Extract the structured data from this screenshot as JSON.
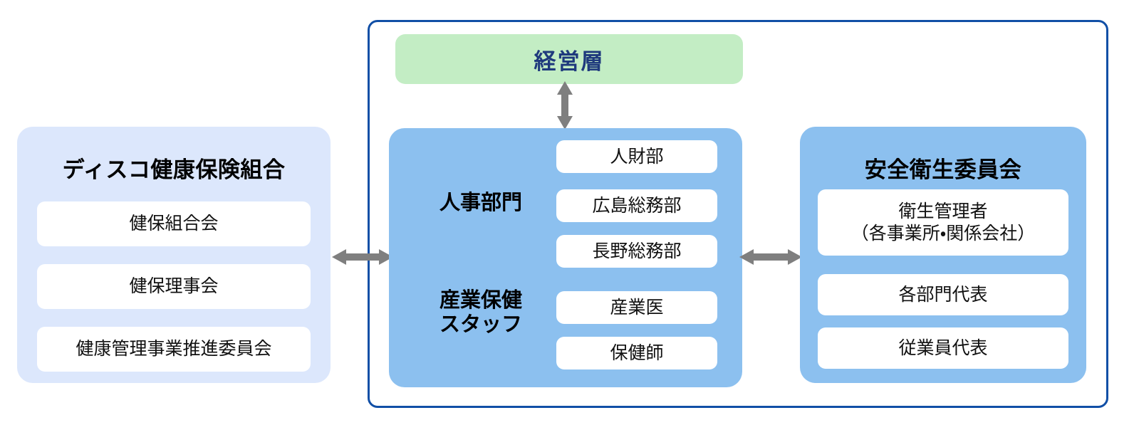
{
  "diagram": {
    "management": {
      "label": "経営層",
      "bg_color": "#C3EDC4",
      "text_color": "#1F3A7D"
    },
    "left_panel": {
      "title": "ディスコ健康保険組合",
      "bg_color": "#DCE7FC",
      "items": [
        {
          "label": "健保組合会"
        },
        {
          "label": "健保理事会"
        },
        {
          "label": "健康管理事業推進委員会"
        }
      ]
    },
    "center_panel": {
      "bg_color": "#8CC0EF",
      "groups": [
        {
          "label": "人事部門"
        },
        {
          "label": "産業保健\nスタッフ"
        }
      ],
      "items": [
        {
          "label": "人財部",
          "group": "人事部門"
        },
        {
          "label": "広島総務部",
          "group": "人事部門"
        },
        {
          "label": "長野総務部",
          "group": "人事部門"
        },
        {
          "label": "産業医",
          "group": "産業保健スタッフ"
        },
        {
          "label": "保健師",
          "group": "産業保健スタッフ"
        }
      ]
    },
    "right_panel": {
      "title": "安全衛生委員会",
      "bg_color": "#8CC0EF",
      "items": [
        {
          "label": "衛生管理者\n（各事業所・関係会社）"
        },
        {
          "label": "各部門代表"
        },
        {
          "label": "従業員代表"
        }
      ]
    },
    "frame": {
      "border_color": "#114FA6"
    },
    "arrows": [
      {
        "name": "left-center",
        "direction": "bidirectional",
        "orientation": "horizontal",
        "color": "#7F7F7F"
      },
      {
        "name": "center-right",
        "direction": "bidirectional",
        "orientation": "horizontal",
        "color": "#7F7F7F"
      },
      {
        "name": "management-hr",
        "direction": "bidirectional",
        "orientation": "vertical",
        "color": "#7F7F7F"
      }
    ]
  }
}
